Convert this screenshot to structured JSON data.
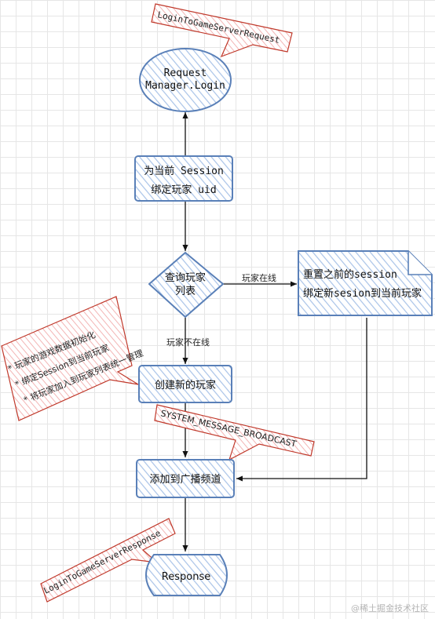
{
  "nodes": {
    "request_manager": {
      "line1": "Request",
      "line2": "Manager.Login"
    },
    "bind_session": {
      "line1": "为当前 Session",
      "line2": "绑定玩家 uid"
    },
    "query_players": {
      "line1": "查询玩家",
      "line2": "列表"
    },
    "reset_session": {
      "line1": "重置之前的session",
      "line2": "绑定新sesion到当前玩家"
    },
    "create_player": {
      "label": "创建新的玩家"
    },
    "add_broadcast": {
      "label": "添加到广播频道"
    },
    "response": {
      "label": "Response"
    }
  },
  "edges": {
    "online": "玩家在线",
    "offline": "玩家不在线"
  },
  "callouts": {
    "login_request": "LoginToGameServerRequest",
    "system_broadcast": "SYSTEM_MESSAGE_BROADCAST",
    "login_response": "LoginToGameServerResponse",
    "notes": [
      "* 玩家的游戏数据初始化",
      "* 绑定Session到当前玩家",
      "* 将玩家加入到玩家列表统一管理"
    ]
  },
  "watermark": "@稀土掘金技术社区",
  "colors": {
    "node_stroke": "#5a80b8",
    "node_hatch": "#a9c3e8",
    "callout_stroke": "#c0392b",
    "callout_hatch": "#f3b5b5"
  }
}
